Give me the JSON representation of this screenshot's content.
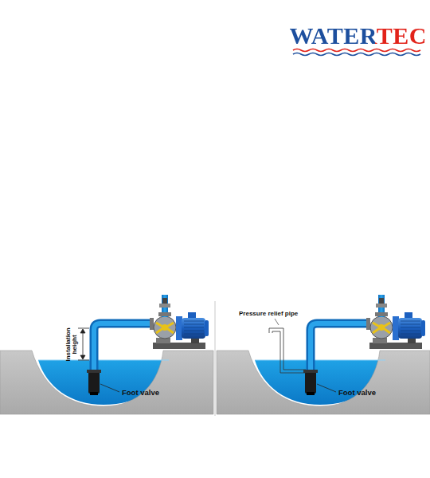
{
  "diagram": {
    "labels": [
      "WATERTEC",
      "Installation height",
      "Foot valve",
      "Pressure relief pipe",
      "Foot valve"
    ]
  }
}
